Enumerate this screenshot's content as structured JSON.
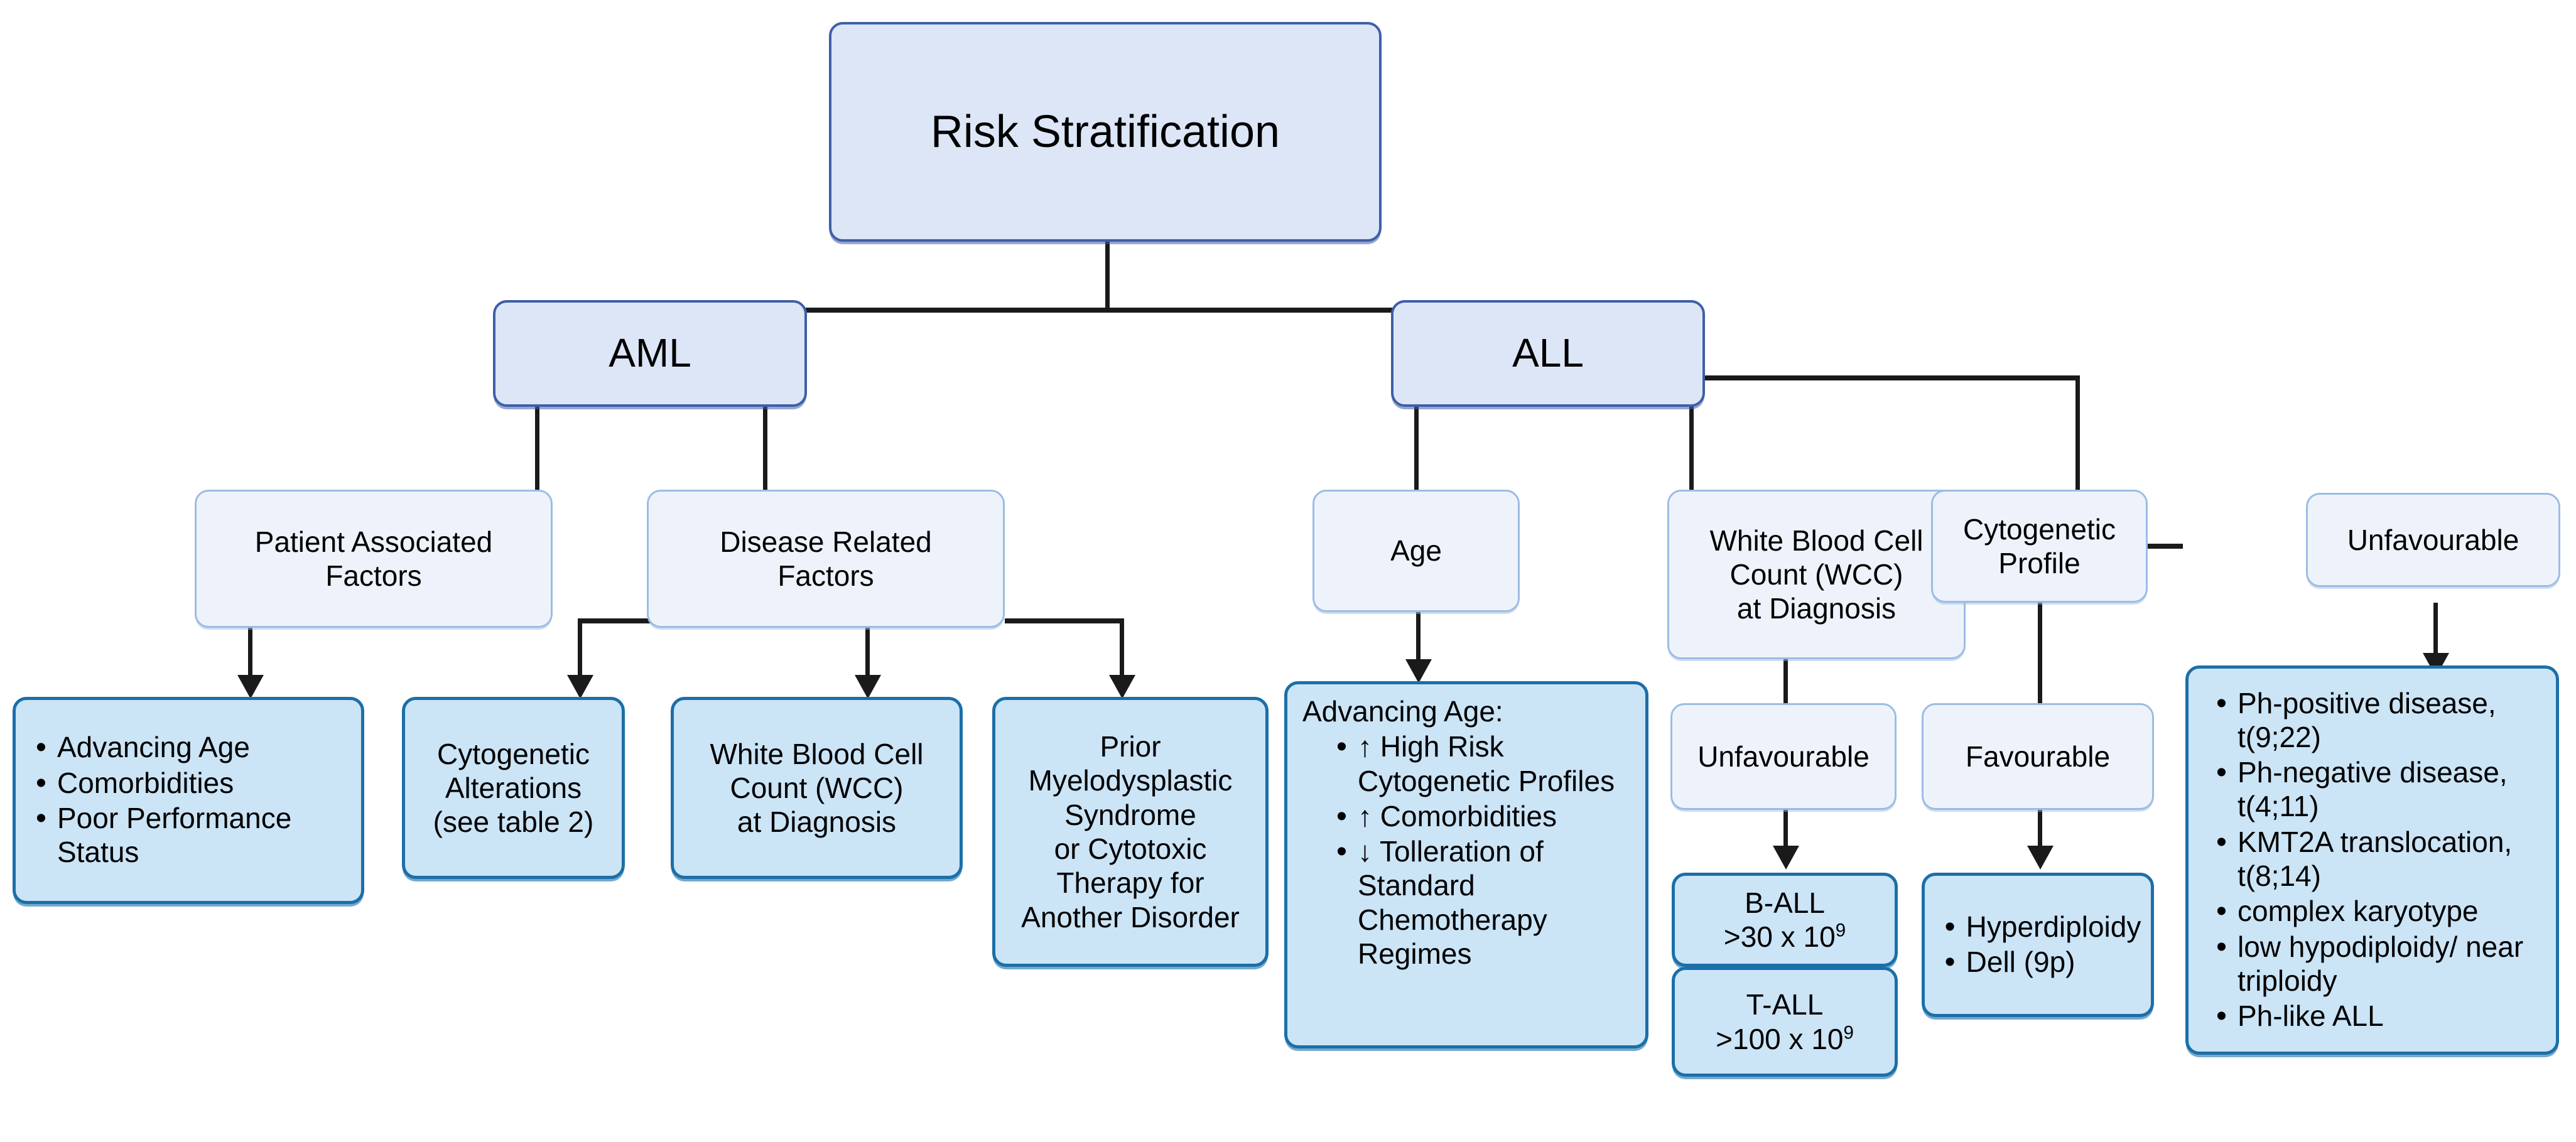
{
  "diagram": {
    "title": "Risk Stratification",
    "nodes": {
      "root": {
        "label": "Risk Stratification"
      },
      "aml": {
        "label": "AML"
      },
      "all": {
        "label": "ALL"
      },
      "patient_factors": {
        "label": "Patient Associated\nFactors"
      },
      "disease_factors": {
        "label": "Disease Related\nFactors"
      },
      "age": {
        "label": "Age"
      },
      "wcc_all": {
        "label": "White Blood Cell\nCount (WCC)\nat Diagnosis"
      },
      "cytogenetic_profile": {
        "label": "Cytogenetic\nProfile"
      },
      "unfavourable_cyto": {
        "label": "Unfavourable"
      },
      "patient_factor_list": {
        "items": [
          "Advancing Age",
          "Comorbidities",
          "Poor Performance Status"
        ]
      },
      "cytogenetic_alterations": {
        "label": "Cytogenetic\nAlterations\n(see table 2)"
      },
      "wcc_aml": {
        "label": "White Blood Cell\nCount (WCC)\nat Diagnosis"
      },
      "prior_mds": {
        "label": "Prior\nMyelodysplastic\nSyndrome\nor Cytotoxic\nTherapy for\nAnother Disorder"
      },
      "advancing_age": {
        "lead": "Advancing Age:",
        "items": [
          "↑ High Risk Cytogenetic Profiles",
          "↑ Comorbidities",
          "↓ Tolleration of Standard Chemotherapy Regimes"
        ]
      },
      "unfavourable_wcc": {
        "label": "Unfavourable"
      },
      "b_all": {
        "label_line1": "B-ALL",
        "label_line2_pre": ">30 x 10",
        "label_line2_sup": "9"
      },
      "t_all": {
        "label_line1": "T-ALL",
        "label_line2_pre": ">100 x 10",
        "label_line2_sup": "9"
      },
      "favourable": {
        "label": "Favourable"
      },
      "favourable_list": {
        "items": [
          "Hyperdiploidy",
          "Dell (9p)"
        ]
      },
      "unfavourable_list": {
        "items": [
          "Ph-positive disease, t(9;22)",
          "Ph-negative disease, t(4;11)",
          "KMT2A translocation, t(8;14)",
          "complex karyotype",
          "low hypodiploidy/ near triploidy",
          "Ph-like ALL"
        ]
      }
    },
    "colors": {
      "tier_a_fill": "#dde6f7",
      "tier_a_border": "#3e5fa8",
      "tier_b_fill": "#eef3fb",
      "tier_b_border": "#9cbce4",
      "tier_c_fill": "#cbe4f6",
      "tier_c_border": "#1b6fa8",
      "connector": "#1a1a1a",
      "background": "#ffffff"
    }
  }
}
